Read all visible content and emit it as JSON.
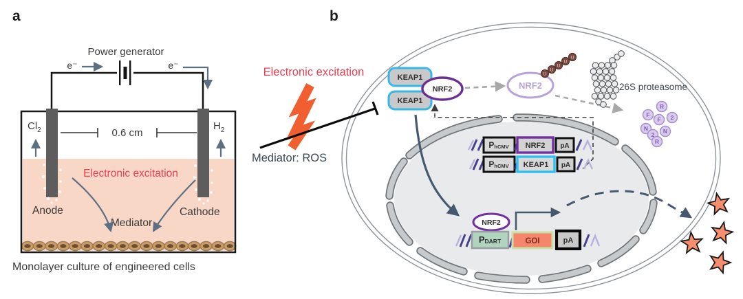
{
  "panel_a": {
    "label": "a",
    "power_generator": "Power generator",
    "electron_left": "e⁻",
    "electron_right": "e⁻",
    "gas_left_base": "Cl",
    "gas_left_sub": "2",
    "gas_right_base": "H",
    "gas_right_sub": "2",
    "distance": "0.6 cm",
    "excitation": "Electronic excitation",
    "anode": "Anode",
    "cathode": "Cathode",
    "mediator": "Mediator",
    "caption": "Monolayer culture of engineered cells"
  },
  "panel_b": {
    "label": "b",
    "excitation": "Electronic excitation",
    "mediator": "Mediator: ROS",
    "keap1_top": "KEAP1",
    "keap1_bottom": "KEAP1",
    "nrf2_bound": "NRF2",
    "nrf2_ubiquitinated": "NRF2",
    "ubiquitin": [
      "U",
      "U",
      "U",
      "U",
      "U"
    ],
    "proteasome_label": "26S proteasome",
    "fragments": [
      "R",
      "F",
      "2",
      "F",
      "N",
      "2",
      "N",
      "R"
    ],
    "construct_nrf2": {
      "promoter": "P",
      "promoter_sub": "hCMV",
      "gene": "NRF2",
      "terminator": "pA"
    },
    "construct_keap1": {
      "promoter": "P",
      "promoter_sub": "hCMV",
      "gene": "KEAP1",
      "terminator": "pA"
    },
    "construct_goi": {
      "promoter": "P",
      "promoter_sub": "DART",
      "gene": "GOI",
      "terminator": "pA"
    },
    "nrf2_nuclear": "NRF2"
  },
  "colors": {
    "accent_red": "#e94050",
    "bolt_orange": "#f15f31",
    "star_orange": "#f58e6e",
    "solution_pink": "#f9d7c6",
    "keap1_cyan": "#35b7ea",
    "nrf2_purple": "#6b2e92",
    "nrf2_light_purple": "#b7a3d8",
    "goi_orange": "#f5866b",
    "pdart_green": "#b0d4bd",
    "arrow_slate": "#5d6f82",
    "arrow_navy": "#46586d"
  }
}
